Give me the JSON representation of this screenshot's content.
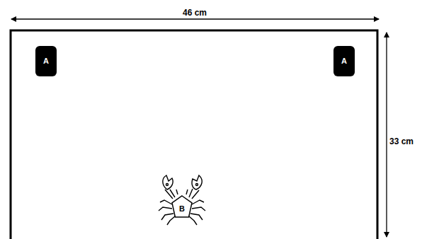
{
  "diagram": {
    "nodes": [
      {
        "text": [
          "A"
        ]
      },
      {
        "text": [
          "A"
        ]
      },
      {
        "text": [
          "B"
        ]
      }
    ],
    "labels": [
      "46 cm",
      "33 cm"
    ]
  }
}
